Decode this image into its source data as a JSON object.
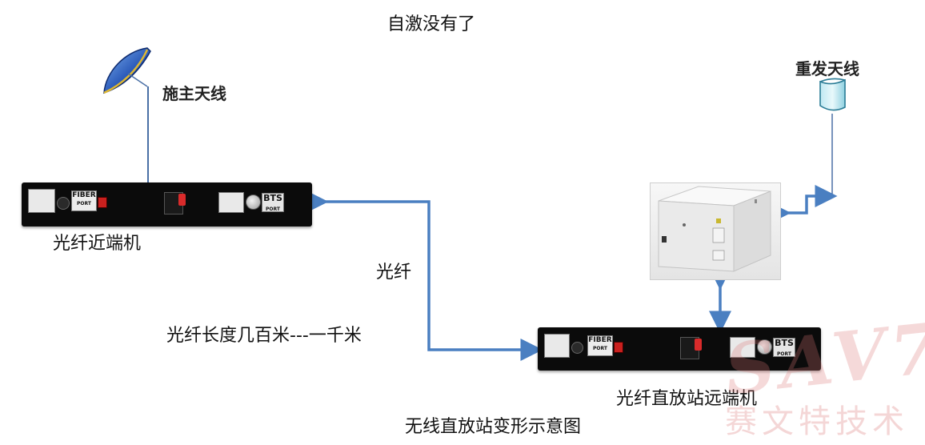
{
  "top_note": "自激没有了",
  "donor_antenna_label": "施主天线",
  "retransmit_antenna_label": "重发天线",
  "near_unit_label": "光纤近端机",
  "fiber_label": "光纤",
  "fiber_length_label": "光纤长度几百米---一千米",
  "remote_unit_label": "光纤直放站远端机",
  "caption": "无线直放站变形示意图",
  "device": {
    "fiber_port_text": "FIBER",
    "port_text": "PORT",
    "bts_text": "BTS"
  },
  "watermark": {
    "brand": "SAV7",
    "cn": "赛文特技术"
  },
  "colors": {
    "arrow": "#4a7fc1",
    "line": "#4a6fa5"
  }
}
